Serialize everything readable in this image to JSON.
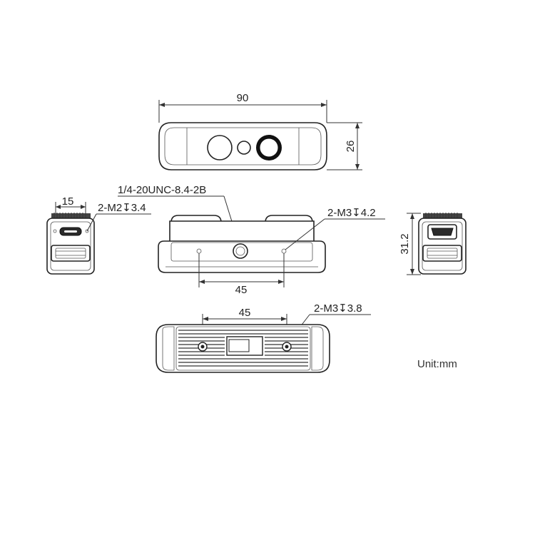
{
  "dimensions": {
    "width_top": "90",
    "height_top": "26",
    "side_depth": "15",
    "side_screw": "2-M2↧3.4",
    "tripod": "1/4-20UNC-8.4-2B",
    "front_screw": "2-M3↧4.2",
    "front_spacing": "45",
    "front_height": "31.2",
    "bottom_spacing": "45",
    "bottom_screw": "2-M3↧3.8"
  },
  "unit_label": "Unit:mm",
  "colors": {
    "line": "#333333",
    "fill_dark": "#2a2a2a",
    "background": "#ffffff"
  }
}
